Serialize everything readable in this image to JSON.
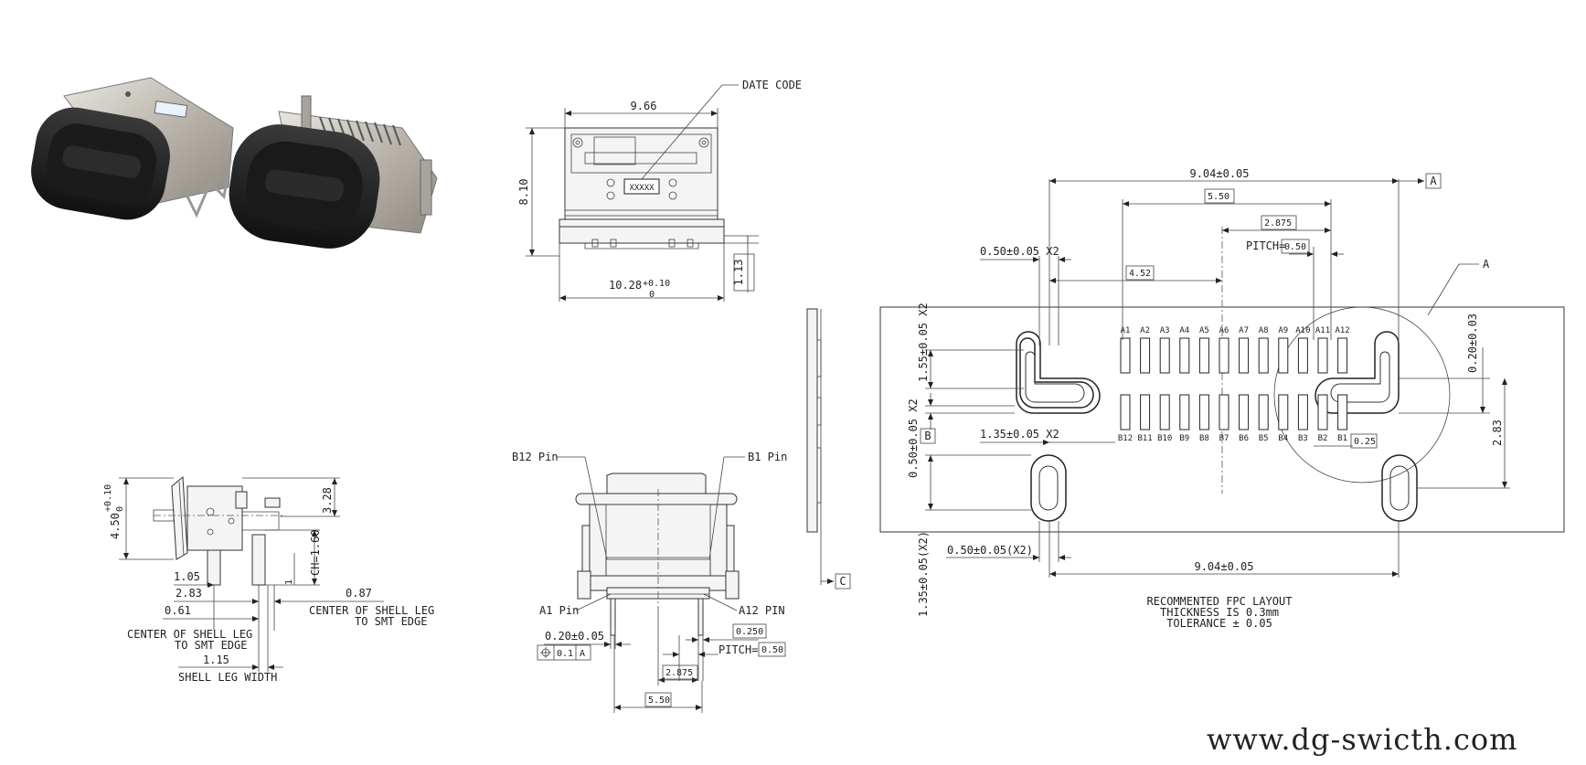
{
  "watermark": "www.dg-swicth.com",
  "front_view": {
    "width": "9.66",
    "height": "8.10",
    "bottom_width": "10.28",
    "tol_plus": "+0.10",
    "tol_zero": "0",
    "date_code_label": "DATE CODE",
    "date_code_box": "XXXXX",
    "offset": "1.13"
  },
  "side_view": {
    "height_main": "4.50",
    "tol_plus": "+0.10",
    "tol_zero": "0",
    "height_328": "3.28",
    "chamfer": "CH=1.60",
    "dim_1": "1",
    "d105": "1.05",
    "d283": "2.83",
    "d087": "0.87",
    "d061": "0.61",
    "d115": "1.15",
    "note_center_left_1": "CENTER OF SHELL LEG",
    "note_center_left_2": "TO SMT EDGE",
    "note_center_right_1": "CENTER OF SHELL LEG",
    "note_center_right_2": "TO SMT EDGE",
    "note_width": "SHELL LEG WIDTH"
  },
  "bottom_view": {
    "b12": "B12 Pin",
    "b1": "B1 Pin",
    "a1": "A1 Pin",
    "a12": "A12 PIN",
    "pin_width": "0.20±0.05",
    "gdt_tol": "0.1",
    "gdt_ref": "A",
    "d0250": "0.250",
    "pitch_label": "PITCH=",
    "pitch": "0.50",
    "d2875": "2.875",
    "d550": "5.50"
  },
  "fpc_layout": {
    "width_top": "9.04±0.05",
    "datum_a": "A",
    "datum_a_callout": "A",
    "d550": "5.50",
    "d2875": "2.875",
    "pitch_label": "PITCH=",
    "pitch": "0.50",
    "d452": "4.52",
    "slot_width_x2": "0.50±0.05 X2",
    "slot_len_x2": "1.55±0.05 X2",
    "d050_x2_left": "0.50±0.05 X2",
    "datum_b": "B",
    "d135_x2": "1.35±0.05 X2",
    "d020": "0.20±0.03",
    "d283": "2.83",
    "d025": "0.25",
    "d135_x2_bottom": "1.35±0.05(X2)",
    "d050_x2_bottom": "0.50±0.05(X2)",
    "width_bottom": "9.04±0.05",
    "datum_c": "C",
    "pins_a": [
      "A1",
      "A2",
      "A3",
      "A4",
      "A5",
      "A6",
      "A7",
      "A8",
      "A9",
      "A10",
      "A11",
      "A12"
    ],
    "pins_b": [
      "B12",
      "B11",
      "B10",
      "B9",
      "B8",
      "B7",
      "B6",
      "B5",
      "B4",
      "B3",
      "B2",
      "B1"
    ],
    "notes": [
      "RECOMMENTED FPC LAYOUT",
      "THICKNESS IS 0.3mm",
      "TOLERANCE ± 0.05"
    ]
  }
}
